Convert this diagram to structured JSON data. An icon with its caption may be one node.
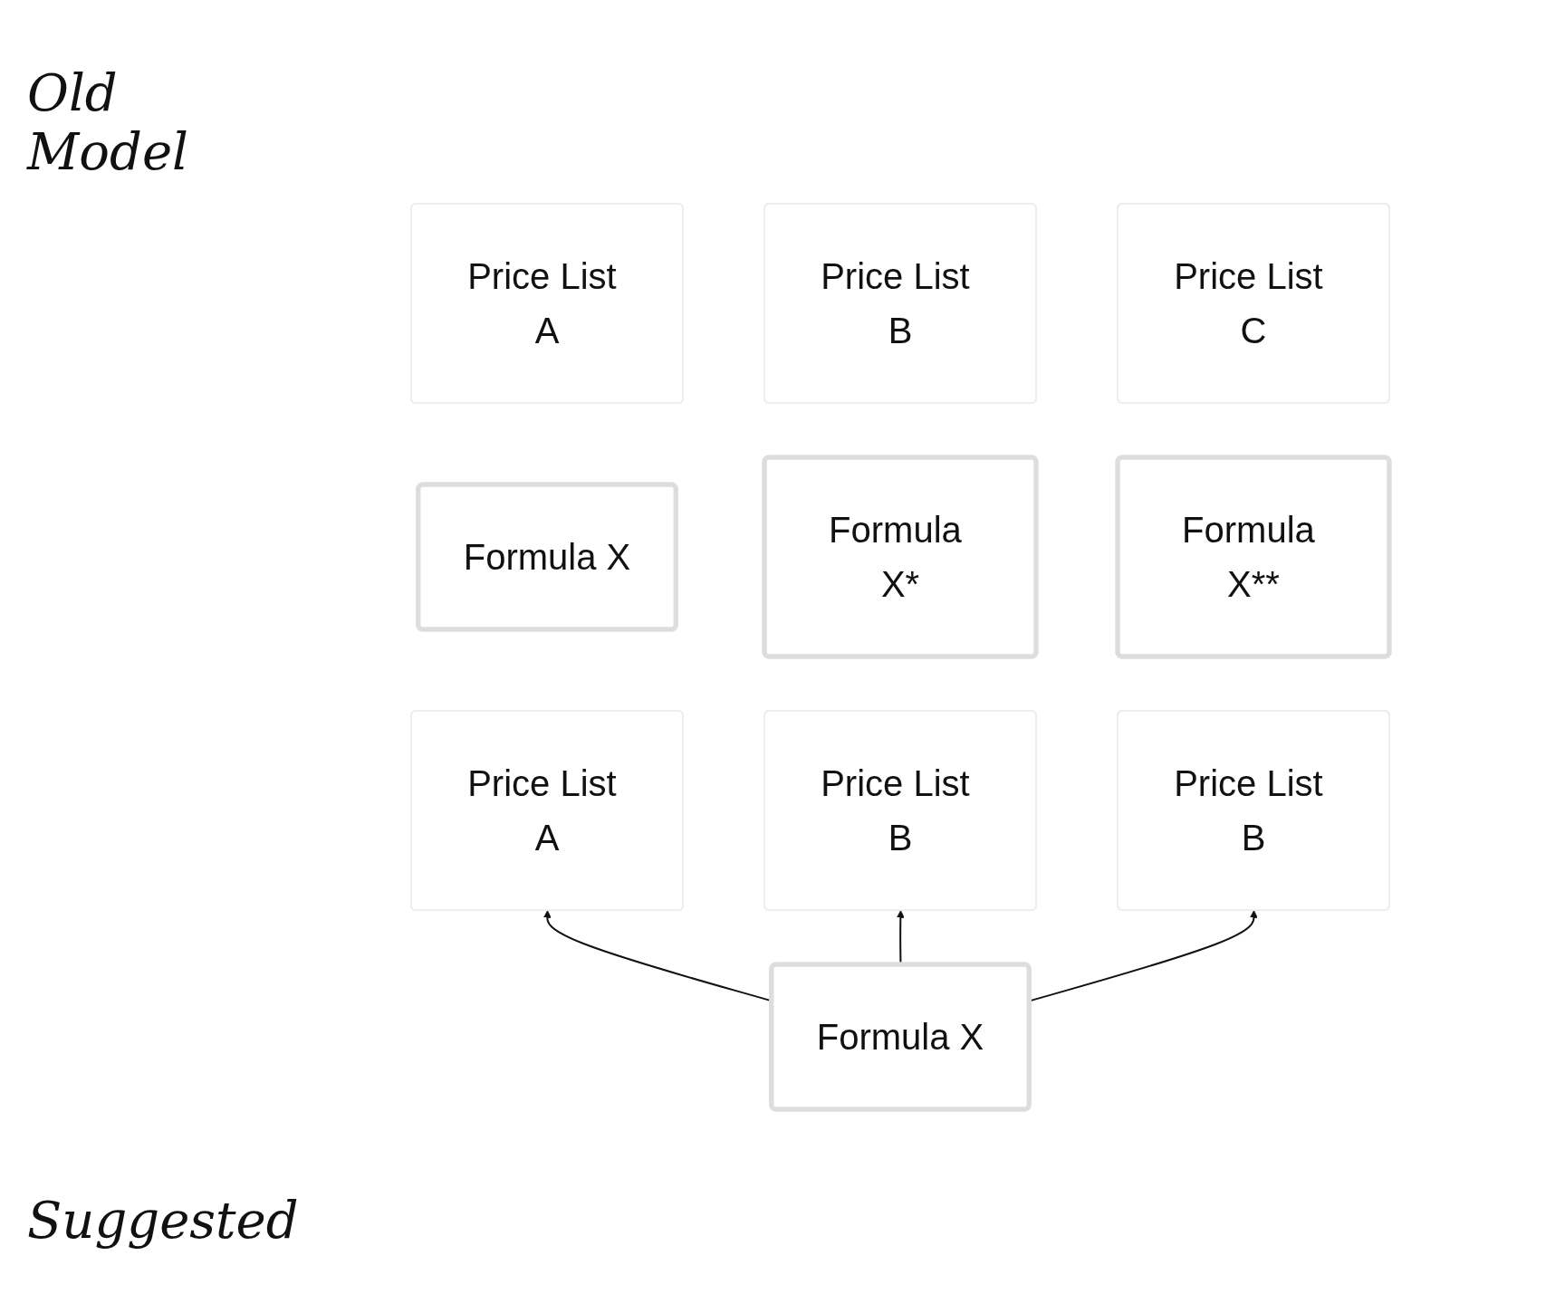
{
  "diagram": {
    "nodes": [
      {
        "text": [
          "Price List A"
        ]
      },
      {
        "text": [
          "Formula X"
        ]
      },
      {
        "text": [
          "Price List B"
        ]
      },
      {
        "text": [
          "Formula X*"
        ]
      },
      {
        "text": [
          "Price List C"
        ]
      },
      {
        "text": [
          "Formula X**"
        ]
      },
      {
        "text": [
          "Price List A"
        ]
      },
      {
        "text": [
          "Price List B"
        ]
      },
      {
        "text": [
          "Price List B"
        ]
      },
      {
        "text": [
          "Formula X"
        ]
      }
    ],
    "edges": [
      {
        "from": 9,
        "to": 6,
        "arrow": "to"
      },
      {
        "from": 9,
        "to": 7,
        "arrow": "to"
      },
      {
        "from": 9,
        "to": 8,
        "arrow": "to"
      }
    ],
    "labels": [
      "Old Model",
      "Suggested"
    ]
  }
}
